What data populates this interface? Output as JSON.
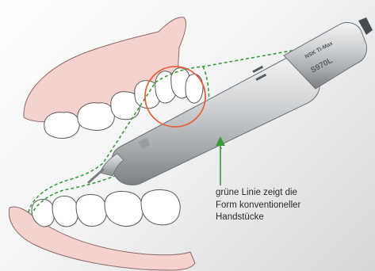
{
  "brand_mark": "NSK Ti-Max",
  "model_label": "S970L",
  "caption": {
    "line1": "grüne Linie zeigt die",
    "line2": "Form konventioneller",
    "line3": "Handstücke"
  },
  "colors": {
    "gum": "#f6d2cf",
    "gum_outline": "#8a6a66",
    "tooth_fill": "#ffffff",
    "tooth_outline": "#5a5a5a",
    "metal_dark": "#8e9193",
    "metal_mid": "#c9cbcd",
    "metal_light": "#f1f2f3",
    "green_line": "#3a9a3a",
    "highlight_circle": "#e8603c"
  }
}
